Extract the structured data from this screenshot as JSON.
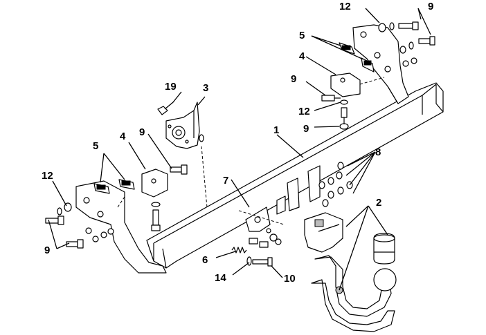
{
  "diagram": {
    "labels": {
      "n1": "1",
      "n2": "2",
      "n3": "3",
      "n4a": "4",
      "n4b": "4",
      "n5a": "5",
      "n5b": "5",
      "n6": "6",
      "n7": "7",
      "n8": "8",
      "n9a": "9",
      "n9b": "9",
      "n9c": "9",
      "n9d": "9",
      "n9e": "9",
      "n10": "10",
      "n12a": "12",
      "n12b": "12",
      "n12c": "12",
      "n14": "14",
      "n19": "19"
    }
  }
}
